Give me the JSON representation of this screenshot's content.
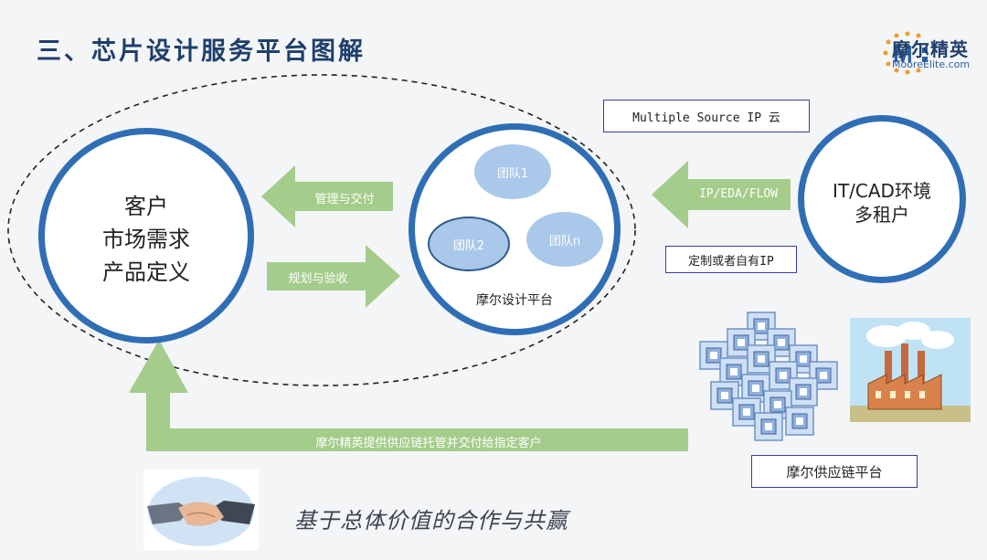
{
  "title": "三、芯片设计服务平台图解",
  "logo": {
    "cn": "摩尔精英",
    "en": "MooreElite.com"
  },
  "customer": {
    "line1": "客户",
    "line2": "市场需求",
    "line3": "产品定义"
  },
  "platform": {
    "label": "摩尔设计平台",
    "team1": "团队1",
    "team2": "团队2",
    "teamn": "团队n"
  },
  "it_env": {
    "line1": "IT/CAD环境",
    "line2": "多租户"
  },
  "arrows": {
    "manage": "管理与交付",
    "plan": "规划与验收",
    "ip_flow": "IP/EDA/FLOW",
    "supply": "摩尔精英提供供应链托管并交付给指定客户"
  },
  "boxes": {
    "ip_cloud": "Multiple Source IP 云",
    "custom_ip": "定制或者自有IP",
    "supply_platform": "摩尔供应链平台"
  },
  "slogan": "基于总体价值的合作与共赢",
  "colors": {
    "blue": "#2f6eb5",
    "arrow_green": "#a4cc8a",
    "team": "#a9c8ea"
  }
}
